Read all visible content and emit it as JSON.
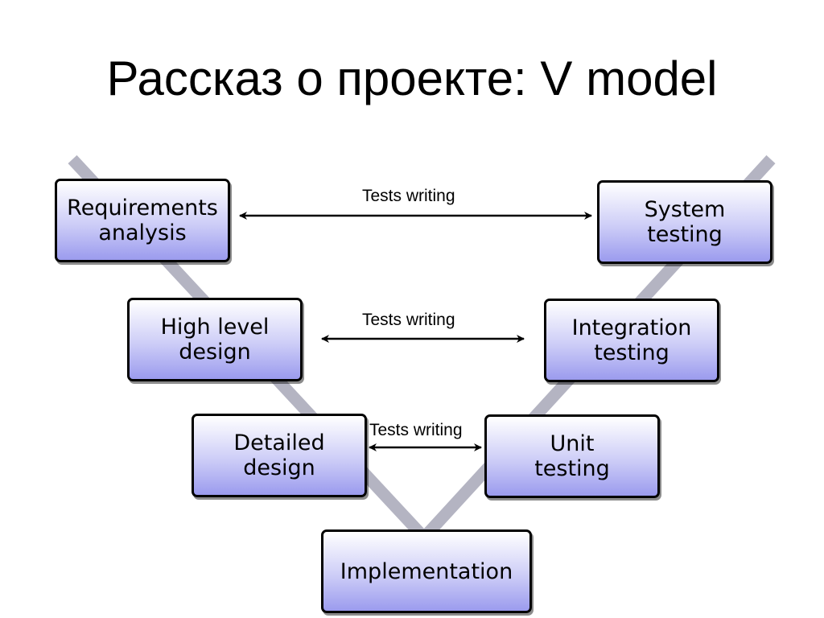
{
  "slide": {
    "title": "Рассказ о проекте: V model"
  },
  "diagram": {
    "colors": {
      "v_line": "#b4b4c2",
      "box_top": "#ffffff",
      "box_bottom": "#9b9bee",
      "border": "#000000",
      "arrow": "#000000"
    },
    "left_stages": [
      "Requirements\nanalysis",
      "High level\ndesign",
      "Detailed\ndesign"
    ],
    "right_stages": [
      "System\ntesting",
      "Integration\ntesting",
      "Unit\ntesting"
    ],
    "bottom_stage": "Implementation",
    "connections": [
      {
        "from": "Requirements analysis",
        "to": "System testing",
        "label": "Tests writing"
      },
      {
        "from": "High level design",
        "to": "Integration testing",
        "label": "Tests writing"
      },
      {
        "from": "Detailed design",
        "to": "Unit testing",
        "label": "Tests writing"
      }
    ]
  }
}
